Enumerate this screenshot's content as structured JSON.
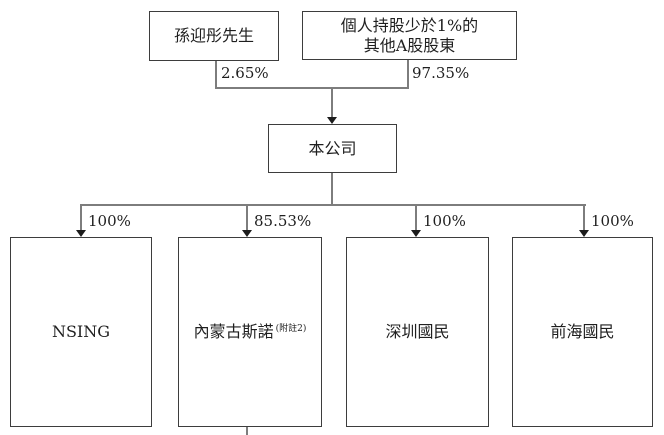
{
  "nodes": {
    "sun": {
      "label": "孫迎彤先生"
    },
    "a_share": {
      "line1": "個人持股少於1%的",
      "line2": "其他A股股東"
    },
    "company": {
      "label": "本公司"
    }
  },
  "ownership": {
    "sun_pct": "2.65%",
    "a_share_pct": "97.35%"
  },
  "subsidiaries": [
    {
      "label": "NSING",
      "note": "",
      "pct": "100%"
    },
    {
      "label": "內蒙古斯諾",
      "note": "(附註2)",
      "pct": "85.53%"
    },
    {
      "label": "深圳國民",
      "note": "",
      "pct": "100%"
    },
    {
      "label": "前海國民",
      "note": "",
      "pct": "100%"
    }
  ],
  "colors": {
    "box_border": "#3d3d3d",
    "connector_line": "#7d7d7d",
    "arrowhead": "#1c1c1c",
    "text": "#1f1f1f",
    "background": "#ffffff"
  }
}
